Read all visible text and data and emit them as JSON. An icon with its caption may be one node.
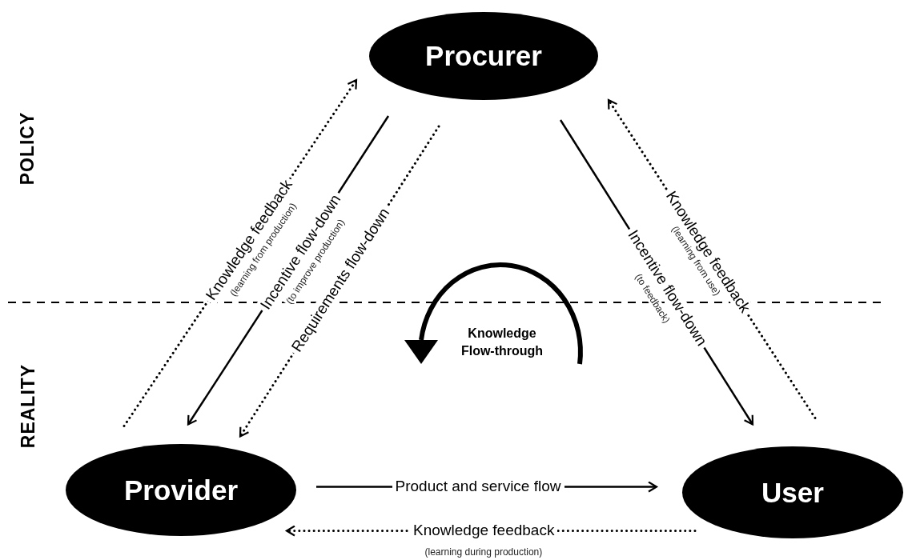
{
  "diagram": {
    "nodes": [
      {
        "text": [
          "Procurer"
        ]
      },
      {
        "text": [
          "Provider"
        ]
      },
      {
        "text": [
          "User"
        ]
      }
    ],
    "edges": [
      {
        "from": 1,
        "to": 0,
        "arrow": "to",
        "style": "dashed",
        "label": "Knowledge feedback"
      },
      {
        "from": 0,
        "to": 1,
        "arrow": "to",
        "label": "Incentive flow-down"
      },
      {
        "from": 0,
        "to": 1,
        "arrow": "to",
        "style": "dashed",
        "label": "Requirements flow-down"
      },
      {
        "from": 0,
        "to": 2,
        "arrow": "to",
        "label": "Incentive flow-down"
      },
      {
        "from": 2,
        "to": 0,
        "arrow": "to",
        "style": "dashed",
        "label": "Knowledge feedback"
      },
      {
        "from": 1,
        "to": 2,
        "arrow": "to",
        "label": "Product and service flow"
      },
      {
        "from": 2,
        "to": 1,
        "arrow": "to",
        "style": "dashed",
        "label": "Knowledge feedback"
      }
    ],
    "labels": [
      "POLICY",
      "(learning from production)",
      "(to improve production)",
      "(to feedback)",
      "(learning from use)",
      "Knowledge Flow-through",
      "REALITY",
      "(learning during production)"
    ]
  }
}
